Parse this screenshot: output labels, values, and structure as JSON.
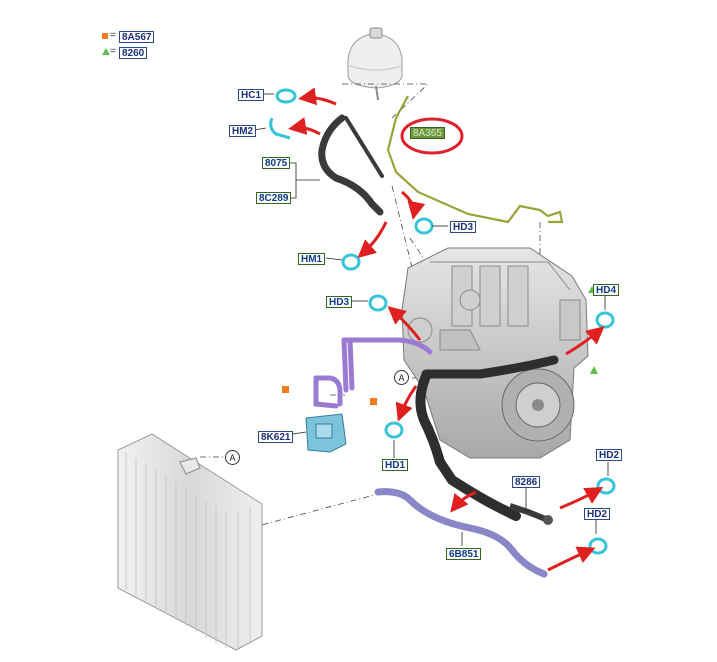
{
  "legend": [
    {
      "marker": "orange-square",
      "color": "#f07a1e",
      "code": "8A567"
    },
    {
      "marker": "green-triangle",
      "color": "#5cc04a",
      "code": "8260"
    }
  ],
  "legend_separator": "=",
  "labels": {
    "hc1": "HC1",
    "hm2": "HM2",
    "l8075": "8075",
    "l8c289": "8C289",
    "hm1": "HM1",
    "hd3_top": "HD3",
    "hd3_mid": "HD3",
    "hd4": "HD4",
    "l8a365": "8A365",
    "l8k621": "8K621",
    "hd1": "HD1",
    "l8286": "8286",
    "hd2_top": "HD2",
    "hd2_bottom": "HD2",
    "l6b851": "6B851"
  },
  "connector_letter": "A",
  "colors": {
    "label_border_blue": "#2a4a8a",
    "label_border_green": "#2f6a1f",
    "highlight_fill": "#6d9a3a",
    "red_arrow": "#e02020",
    "red_ellipse": "#e0202a",
    "clamp_cyan": "#36c4d8",
    "hose_purple": "#9a7ad2",
    "hose_dark": "#3a3a3a",
    "wire_green": "#9aa23a"
  }
}
